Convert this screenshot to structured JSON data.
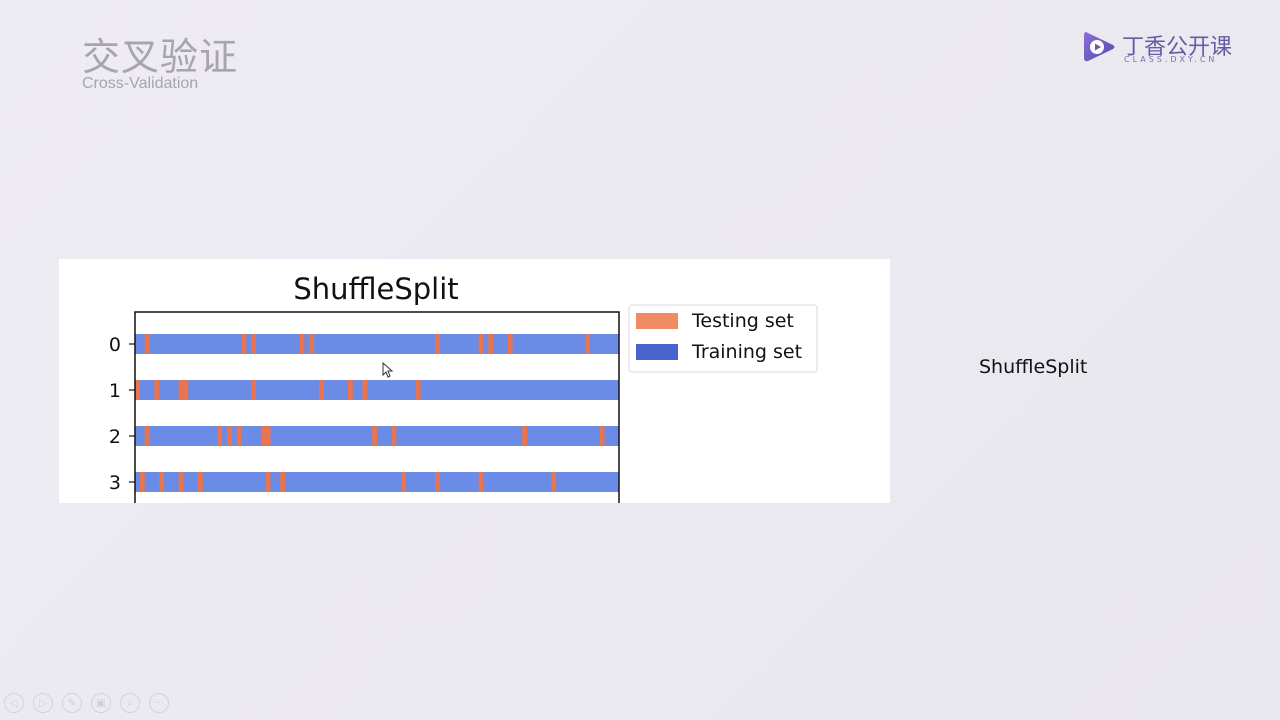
{
  "slide": {
    "title_cn": "交叉验证",
    "title_en": "Cross-Validation",
    "side_label": "ShuffleSplit"
  },
  "logo": {
    "text_cn": "丁香公开课",
    "text_en": "CLASS.DXY.CN",
    "color": "#6a5aa6"
  },
  "chart_data": {
    "type": "bar",
    "title": "ShuffleSplit",
    "categories": [
      "0",
      "1",
      "2",
      "3"
    ],
    "xlabel": "",
    "ylabel": "",
    "grid": false,
    "legend_placement": "outside-top-right",
    "series": [
      {
        "name": "Testing set",
        "color": "#ef8a62"
      },
      {
        "name": "Training set",
        "color": "#4a63cf"
      }
    ],
    "sample_count": 100,
    "testing_indices": [
      [
        2,
        22,
        24,
        34,
        36,
        62,
        71,
        73,
        77,
        93
      ],
      [
        0,
        4,
        9,
        10,
        24,
        38,
        44,
        47,
        58
      ],
      [
        2,
        17,
        19,
        21,
        26,
        27,
        49,
        53,
        80,
        96
      ],
      [
        1,
        5,
        9,
        13,
        27,
        30,
        55,
        62,
        71,
        86
      ]
    ],
    "row_fill_color": "#6a8be6",
    "test_mark_color": "#e8754f"
  },
  "controls": {
    "icons": [
      "prev-icon",
      "next-icon",
      "pen-icon",
      "pages-icon",
      "zoom-icon",
      "more-icon"
    ],
    "glyphs": [
      "◁",
      "▷",
      "✎",
      "▣",
      "⌕",
      "···"
    ]
  }
}
